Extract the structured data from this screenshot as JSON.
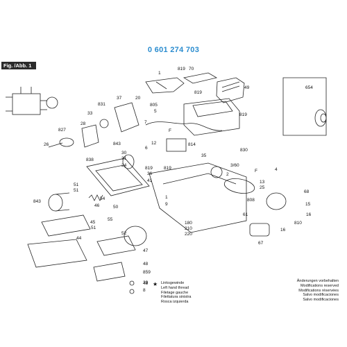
{
  "header": {
    "part_number": "0 601 274 703",
    "figure_tab": "Fig. /Abb. 1"
  },
  "callouts": [
    {
      "id": "c1",
      "text": "1"
    },
    {
      "id": "c70",
      "text": "70"
    },
    {
      "id": "c819a",
      "text": "819"
    },
    {
      "id": "c49",
      "text": "49"
    },
    {
      "id": "c819b",
      "text": "819"
    },
    {
      "id": "c654",
      "text": "654"
    },
    {
      "id": "c37",
      "text": "37"
    },
    {
      "id": "c20",
      "text": "20"
    },
    {
      "id": "c831",
      "text": "831"
    },
    {
      "id": "c33",
      "text": "33"
    },
    {
      "id": "c805",
      "text": "805"
    },
    {
      "id": "c5",
      "text": "5"
    },
    {
      "id": "c7",
      "text": "7"
    },
    {
      "id": "c819c",
      "text": "819"
    },
    {
      "id": "c28",
      "text": "28"
    },
    {
      "id": "c827",
      "text": "827"
    },
    {
      "id": "c26",
      "text": "26"
    },
    {
      "id": "c843a",
      "text": "843"
    },
    {
      "id": "c12",
      "text": "12"
    },
    {
      "id": "c6",
      "text": "6"
    },
    {
      "id": "c819d",
      "text": "819"
    },
    {
      "id": "c814",
      "text": "814"
    },
    {
      "id": "c35",
      "text": "35"
    },
    {
      "id": "c830",
      "text": "830"
    },
    {
      "id": "c30",
      "text": "30"
    },
    {
      "id": "c31",
      "text": "31"
    },
    {
      "id": "c24",
      "text": "24"
    },
    {
      "id": "c838",
      "text": "838"
    },
    {
      "id": "c819e",
      "text": "819"
    },
    {
      "id": "c4",
      "text": "4"
    },
    {
      "id": "c360",
      "text": "3/60"
    },
    {
      "id": "c2",
      "text": "2"
    },
    {
      "id": "c51a",
      "text": "51"
    },
    {
      "id": "c36",
      "text": "36"
    },
    {
      "id": "c41",
      "text": "41"
    },
    {
      "id": "cF1",
      "text": "F"
    },
    {
      "id": "cF2",
      "text": "F"
    },
    {
      "id": "c13",
      "text": "13"
    },
    {
      "id": "c25",
      "text": "25"
    },
    {
      "id": "c68",
      "text": "68"
    },
    {
      "id": "c51b",
      "text": "51"
    },
    {
      "id": "c46",
      "text": "46"
    },
    {
      "id": "c843b",
      "text": "843"
    },
    {
      "id": "c54",
      "text": "54"
    },
    {
      "id": "c50",
      "text": "50"
    },
    {
      "id": "c1b",
      "text": "1"
    },
    {
      "id": "c9",
      "text": "9"
    },
    {
      "id": "c808",
      "text": "808"
    },
    {
      "id": "c15",
      "text": "15"
    },
    {
      "id": "c45",
      "text": "45"
    },
    {
      "id": "c51c",
      "text": "51"
    },
    {
      "id": "c61",
      "text": "61"
    },
    {
      "id": "c810",
      "text": "810"
    },
    {
      "id": "c16a",
      "text": "16"
    },
    {
      "id": "c55",
      "text": "55"
    },
    {
      "id": "c180",
      "text": "180"
    },
    {
      "id": "c210",
      "text": "210"
    },
    {
      "id": "c220",
      "text": "220"
    },
    {
      "id": "c16b",
      "text": "16"
    },
    {
      "id": "c44",
      "text": "44"
    },
    {
      "id": "c52",
      "text": "52"
    },
    {
      "id": "c67",
      "text": "67"
    },
    {
      "id": "c47",
      "text": "47"
    },
    {
      "id": "c48a",
      "text": "48"
    },
    {
      "id": "c859",
      "text": "859"
    },
    {
      "id": "c48b",
      "text": "48"
    },
    {
      "id": "c39",
      "text": "39"
    },
    {
      "id": "c8",
      "text": "8"
    }
  ],
  "legend": {
    "lines": [
      "Linksgewinde",
      "Left hand thread",
      "Filetage gauche",
      "Filettatura sinistra",
      "Rosca izquierda"
    ]
  },
  "notes": {
    "lines": [
      "Änderungen vorbehalten",
      "Modifications reserved",
      "Modifications réservées",
      "Salvo modificaciones",
      "Salvo modificaciones"
    ]
  }
}
